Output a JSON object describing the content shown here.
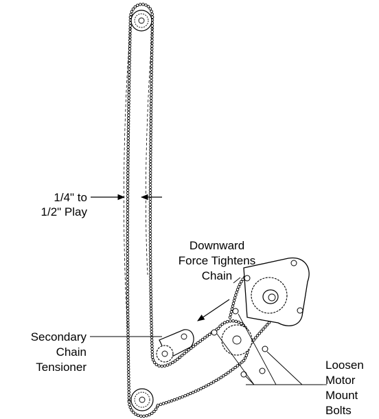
{
  "labels": {
    "play_line1": "1/4\" to",
    "play_line2": "1/2\" Play",
    "force_line1": "Downward",
    "force_line2": "Force Tightens",
    "force_line3": "Chain",
    "tensioner_line1": "Secondary",
    "tensioner_line2": "Chain",
    "tensioner_line3": "Tensioner",
    "bolts_line1": "Loosen",
    "bolts_line2": "Motor",
    "bolts_line3": "Mount",
    "bolts_line4": "Bolts"
  },
  "colors": {
    "ink": "#000000",
    "paper": "#ffffff"
  },
  "icons": [
    "sprocket-icon",
    "chain-icon",
    "arrow-icon",
    "bolt-icon"
  ]
}
